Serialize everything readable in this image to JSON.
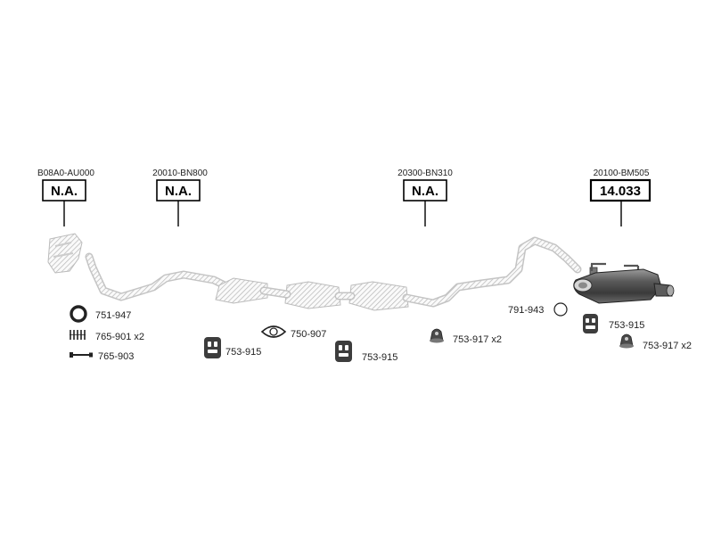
{
  "callouts": [
    {
      "code": "B08A0-AU000",
      "value": "N.A."
    },
    {
      "code": "20010-BN800",
      "value": "N.A."
    },
    {
      "code": "20300-BN310",
      "value": "N.A."
    },
    {
      "code": "20100-BM505",
      "value": "14.033"
    }
  ],
  "parts": {
    "gasket_ring": "751-947",
    "spring": "765-901 x2",
    "bolt": "765-903",
    "hanger_a": "753-915",
    "flange_gasket": "750-907",
    "hanger_b": "753-915",
    "rubber_mount_a": "753-917 x2",
    "ring": "791-943",
    "hanger_c": "753-915",
    "rubber_mount_b": "753-917 x2"
  },
  "icons": {
    "gasket_ring": "gasket-ring-icon",
    "spring": "spring-icon",
    "bolt": "bolt-icon",
    "hanger": "hanger-icon",
    "flange_gasket": "flange-gasket-icon",
    "rubber_mount": "rubber-mount-icon",
    "ring": "ring-icon"
  }
}
